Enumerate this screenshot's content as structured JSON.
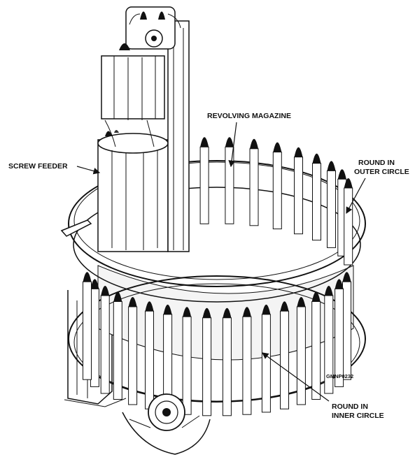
{
  "labels": {
    "revolving_magazine": "REVOLVING MAGAZINE",
    "screw_feeder": "SCREW FEEDER",
    "round_outer_line1": "ROUND IN",
    "round_outer_line2": "OUTER CIRCLE",
    "round_inner_line1": "ROUND IN",
    "round_inner_line2": "INNER CIRCLE",
    "figure_code": "GMNP0232"
  }
}
